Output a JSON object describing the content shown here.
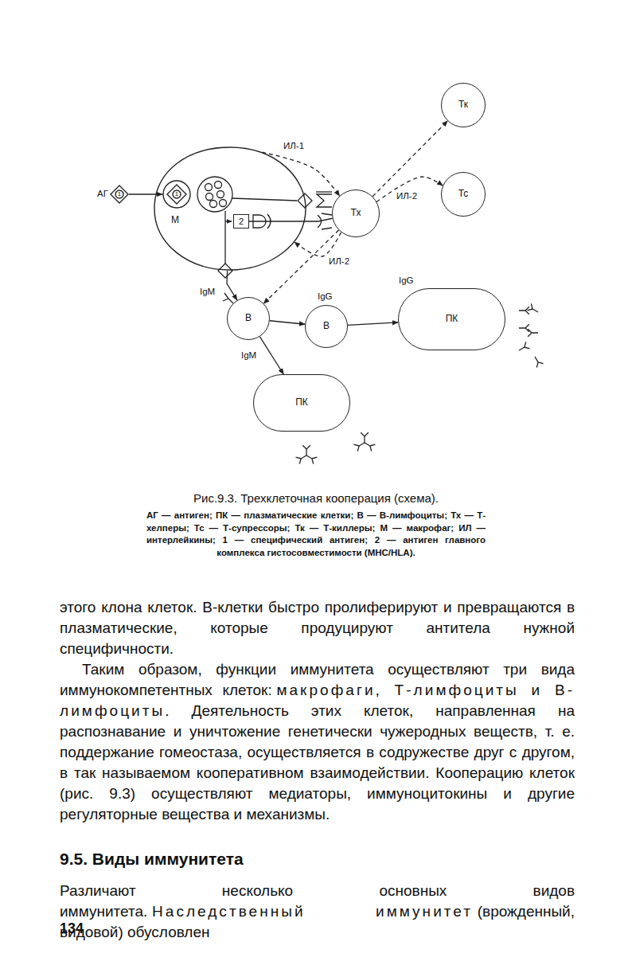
{
  "diagram": {
    "caption": "Рис.9.3. Трехклеточная кооперация (схема).",
    "nodes": [
      {
        "text": [
          "Тк"
        ]
      },
      {
        "text": [
          "М"
        ]
      },
      {
        "text": [
          "1"
        ]
      },
      {
        "text": [
          "1"
        ],
        "in": 1
      },
      {
        "text": [
          "2"
        ],
        "in": 1
      },
      {
        "text": [
          "Тх"
        ]
      },
      {
        "text": [
          "Тс"
        ]
      },
      {
        "text": [
          "В"
        ]
      },
      {
        "text": [
          "В"
        ]
      },
      {
        "text": [
          "ПК"
        ]
      },
      {
        "text": [
          "ПК"
        ]
      }
    ],
    "edges": [
      {
        "from": 2,
        "to": 3,
        "arrow": "to"
      },
      {
        "from": 1,
        "to": 5,
        "label": "ИЛ-1",
        "arrow": "to"
      },
      {
        "from": 4,
        "to": 5,
        "arrow": "none"
      },
      {
        "from": 5,
        "to": 1,
        "label": "ИЛ-2",
        "arrow": "to"
      },
      {
        "from": 5,
        "to": 0,
        "arrow": "to"
      },
      {
        "from": 5,
        "to": 6,
        "label": "ИЛ-2",
        "arrow": "to"
      },
      {
        "from": 5,
        "to": 7,
        "arrow": "to"
      },
      {
        "from": 1,
        "to": 7,
        "arrow": "to"
      },
      {
        "from": 7,
        "to": 8,
        "arrow": "to"
      },
      {
        "from": 8,
        "to": 9,
        "arrow": "to"
      },
      {
        "from": 7,
        "to": 10,
        "arrow": "to"
      }
    ],
    "labels": [
      "АГ",
      "IgM",
      "IgG",
      "IgG",
      "IgM",
      "АГ — антиген; ПК — плазматические клетки; В — В-лимфоциты; Тх — Т-хелперы; Тс — Т-супрессоры; Тк — Т-киллеры; М — макрофаг; ИЛ — интерлейкины; 1 — специфический антиген; 2 — антиген главного комплекса гистосовместимости (MHC/HLA).",
      "этого клона клеток. В-клетки быстро пролиферируют и превращаются в плазматические, которые продуцируют антитела нужной специфичности.",
      "Таким образом, функции иммунитета осуществляют три вида иммунокомпетентных клеток:",
      "макрофаги, Т-лимфоциты и В-лимфоциты",
      ". Деятельность этих клеток, направленная на распознавание и уничтожение генетически чужеродных веществ, т. е. поддержание гомеостаза, осуществляется в содружестве друг с другом, в так называемом кооперативном взаимодействии. Кооперацию клеток (рис. 9.3) осуществляют медиаторы, иммуноцитокины и другие регуляторные вещества и механизмы.",
      "9.5. Виды иммунитета",
      "Различают несколько основных видов иммунитета.",
      "Наследственный иммунитет",
      "(врожденный, видовой) обусловлен",
      "134"
    ]
  }
}
